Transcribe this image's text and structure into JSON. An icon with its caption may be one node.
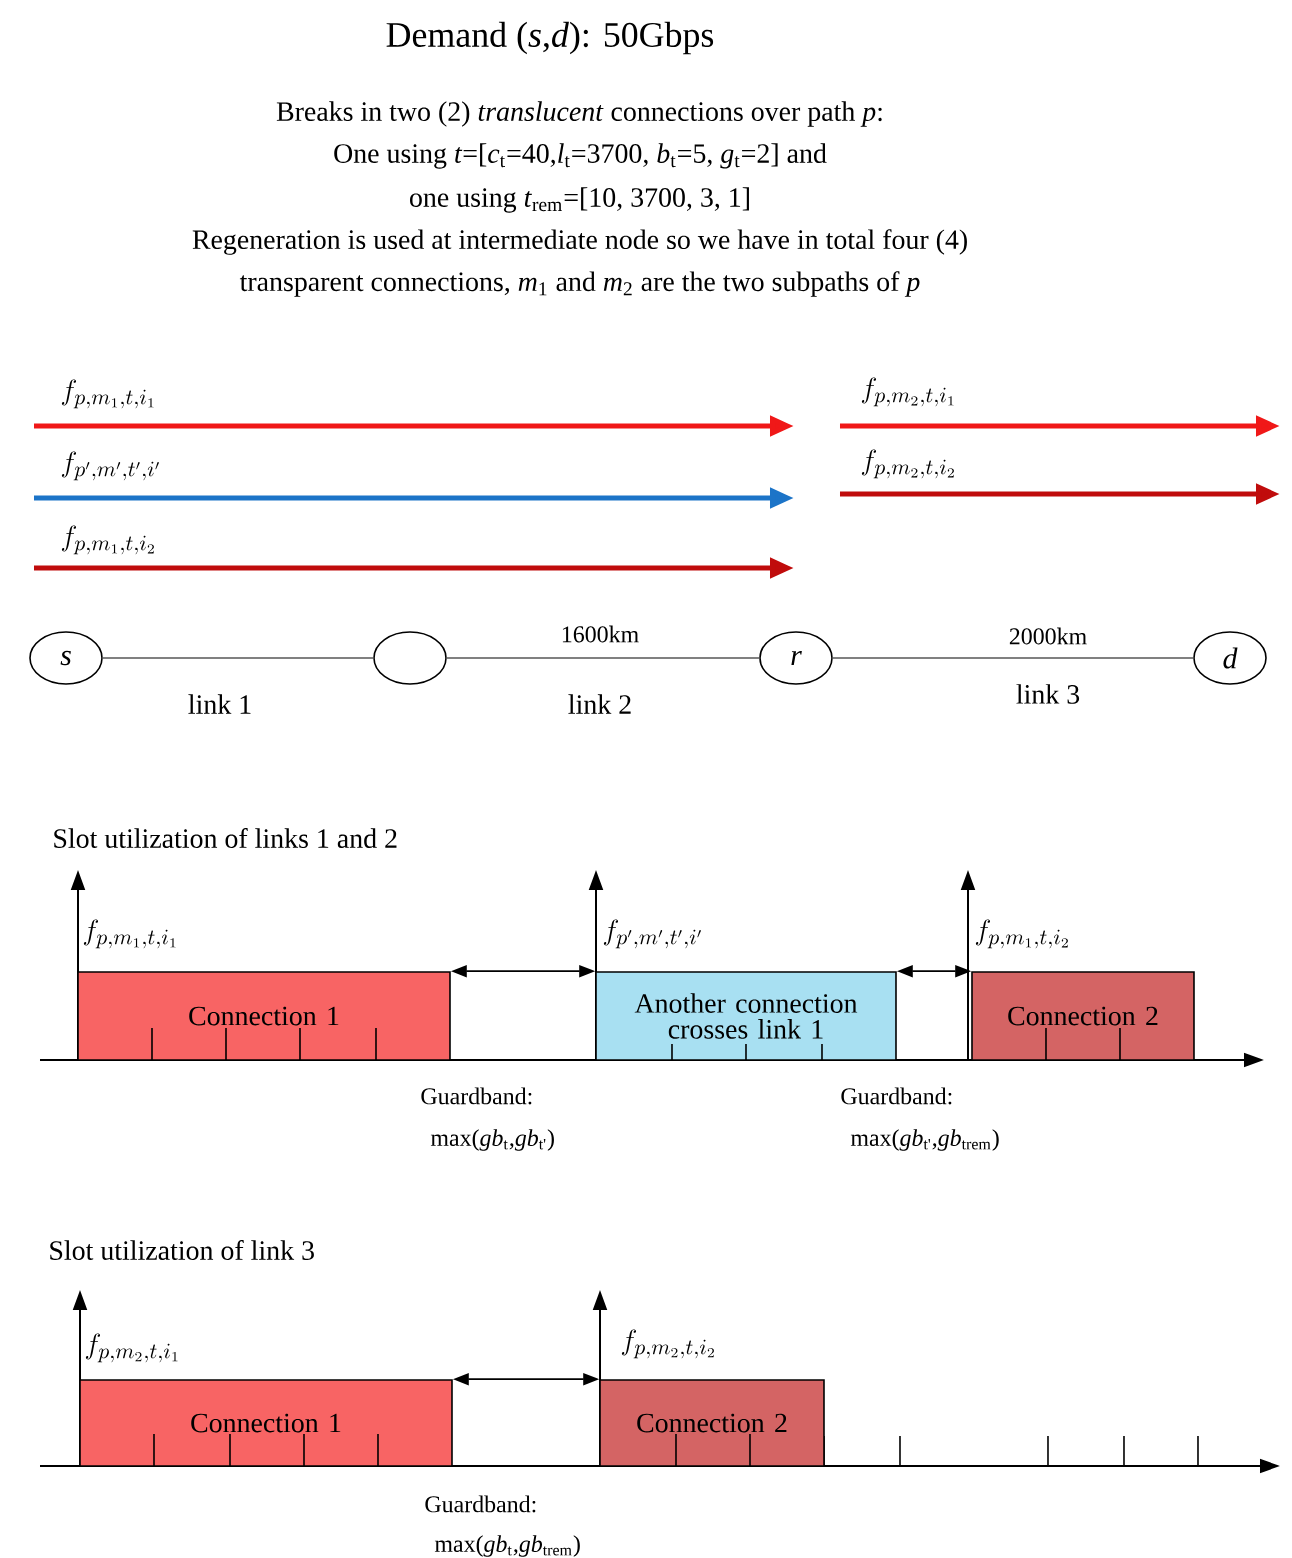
{
  "diagram": {
    "title": "Demand (*s*,*d*): 50Gbps",
    "nodes": [
      {
        "text": [
          "s"
        ]
      },
      {
        "text": [],
        "shape": "circle"
      },
      {
        "text": [
          "r"
        ]
      },
      {
        "text": [
          "d"
        ]
      },
      {
        "text": [
          "Connection 1"
        ]
      },
      {
        "text": [
          "Another connection crosses link 1"
        ]
      },
      {
        "text": [
          "Connection 2"
        ]
      },
      {
        "text": [
          "Connection 1"
        ]
      },
      {
        "text": [
          "Connection 2"
        ]
      }
    ],
    "edges": [
      {
        "from": 0,
        "to": 1,
        "arrow": "none",
        "color": "#808080"
      },
      {
        "from": 1,
        "to": 2,
        "arrow": "none",
        "color": "#808080"
      },
      {
        "from": 2,
        "to": 3,
        "arrow": "none",
        "color": "#808080"
      },
      {
        "from": 4,
        "to": 5,
        "arrow": "both",
        "color": "#000000"
      },
      {
        "from": 5,
        "to": 6,
        "arrow": "both",
        "color": "#000000"
      },
      {
        "from": 7,
        "to": 8,
        "arrow": "both",
        "color": "#000000"
      }
    ],
    "labels": [
      "Breaks in two (2) *translucent* connections over path *p*:",
      "One using *t*=[*c*$_{t}$=40,*l*$_{t}$=3700, *b*$_{t}$=5, *g*$_{t}$=2] and",
      "one using *t*$_{rem}$=[10, 3700, 3, 1]",
      "Regeneration is used at intermediate node so we have in total four (4)",
      "transparent connections, *m*$_{1}$ and *m*$_{2}$ are the two subpaths of *p*",
      "f_{p,m_1,t,i_1}",
      "f_{p,m_2,t,i_1}",
      "f_{p',m',t',i'}",
      "f_{p,m_2,t,i_2}",
      "f_{p,m_1,t,i_2}",
      "1600km",
      "2000km",
      "link 1",
      "link 2",
      "link 3",
      "Slot utilization of links 1 and 2",
      "f_{p,m_1,t,i_1}",
      "f_{p',m',t',i'}",
      "f_{p,m_1,t,i_2}",
      "Guardband:",
      "Guardband:",
      "max(*gb*$_{t}$,*gb*$_{t'}$)",
      "max(*gb*$_{t'}$,*gb*$_{trem}$)",
      "Slot utilization of link 3",
      "f_{p,m_2,t,i_1}",
      "f_{p,m_2,t,i_2}",
      "Guardband:",
      "max(*gb*$_{t}$,*gb*$_{trem}$)"
    ]
  }
}
